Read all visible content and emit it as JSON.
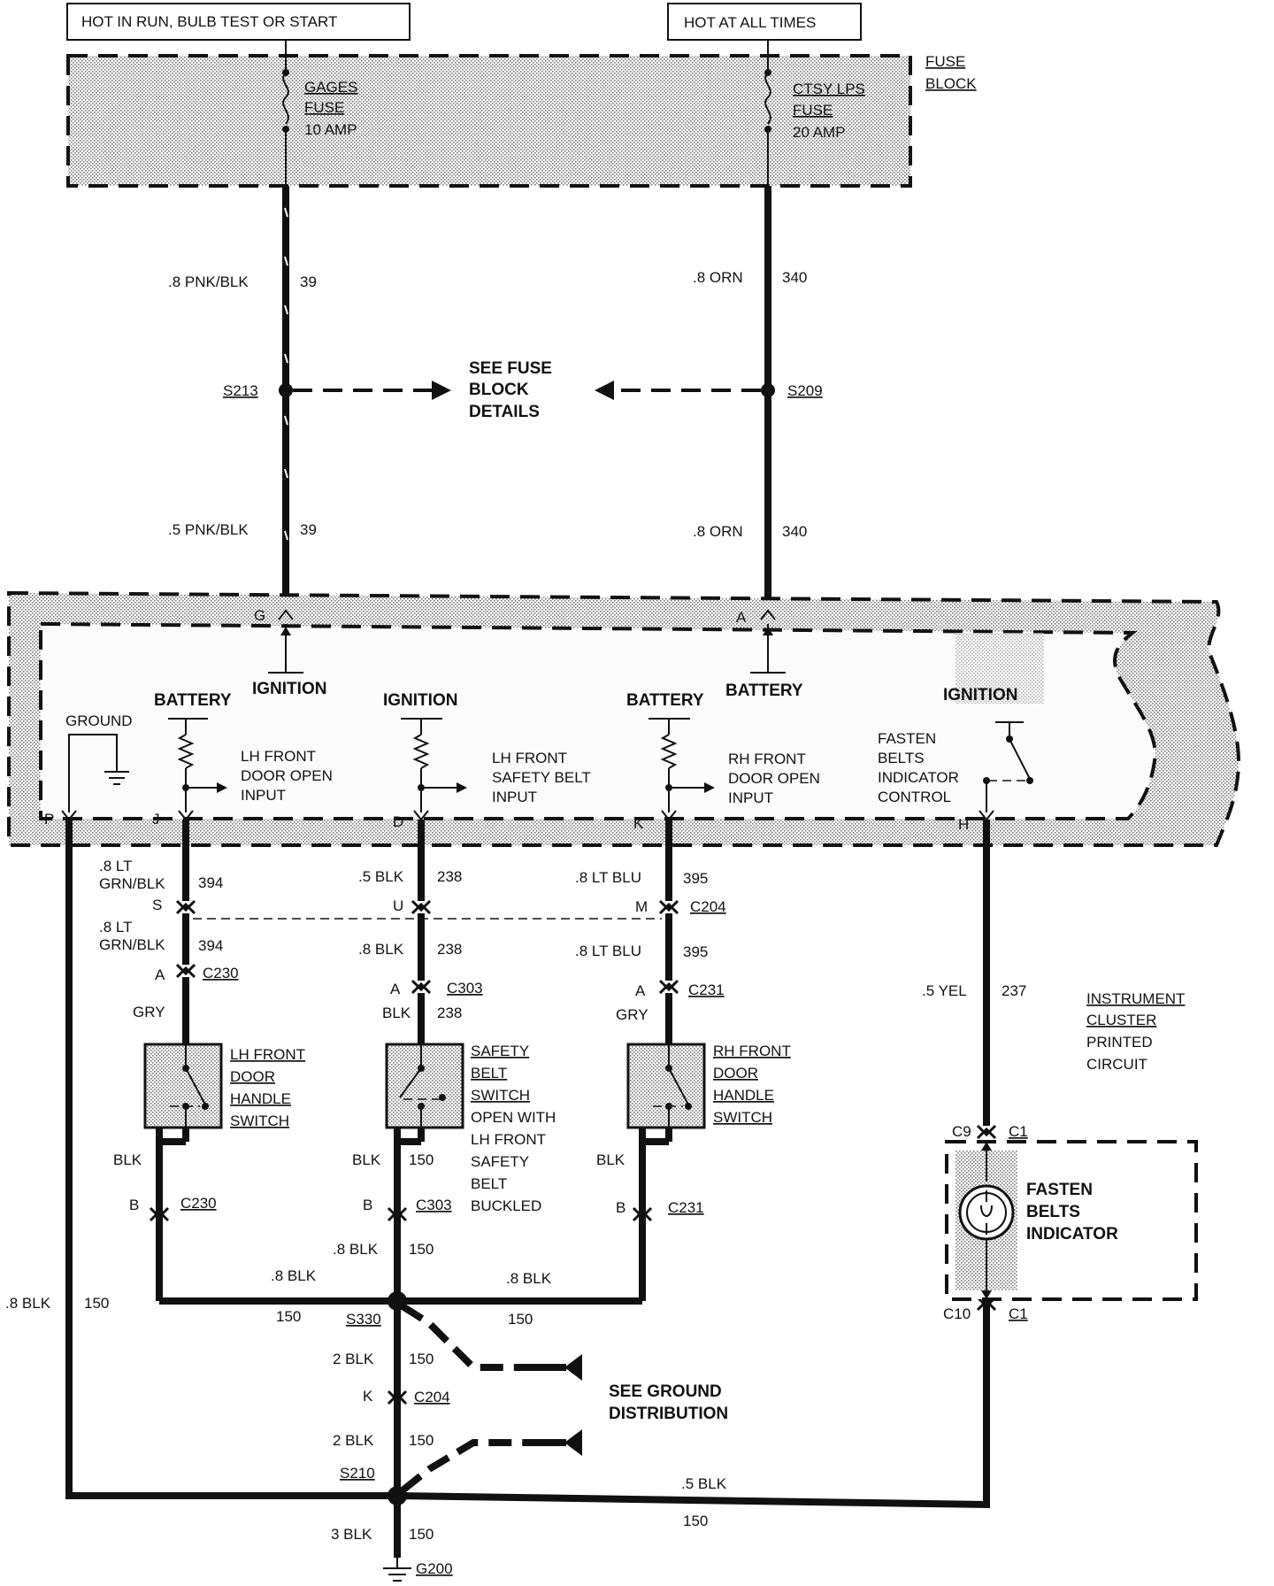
{
  "header": {
    "hot_run_label": "HOT IN RUN, BULB TEST OR START",
    "hot_all_label": "HOT AT ALL TIMES"
  },
  "fuse_block": {
    "label_line1": "FUSE",
    "label_line2": "BLOCK",
    "gages_fuse": [
      "GAGES",
      "FUSE",
      "10 AMP"
    ],
    "ctsy_fuse": [
      "CTSY LPS",
      "FUSE",
      "20 AMP"
    ]
  },
  "wires": {
    "pnk_upper": ".8 PNK/BLK",
    "pnk_upper_num": "39",
    "pnk_lower": ".5 PNK/BLK",
    "pnk_lower_num": "39",
    "orn_upper": ".8 ORN",
    "orn_upper_num": "340",
    "orn_lower": ".8 ORN",
    "orn_lower_num": "340",
    "lt_grn_1a": ".8 LT",
    "lt_grn_1b": "GRN/BLK",
    "lt_grn_1_num": "394",
    "lt_grn_2a": ".8 LT",
    "lt_grn_2b": "GRN/BLK",
    "lt_grn_2_num": "394",
    "blk_238_1": ".5 BLK",
    "blk_238_1_num": "238",
    "blk_238_2": ".8 BLK",
    "blk_238_2_num": "238",
    "blk_238_3": "BLK",
    "blk_238_3_num": "238",
    "blu_395_1": ".8 LT BLU",
    "blu_395_1_num": "395",
    "blu_395_2": ".8 LT BLU",
    "blu_395_2_num": "395",
    "gry_left": "GRY",
    "gry_right": "GRY",
    "yel": ".5 YEL",
    "yel_num": "237",
    "blk_left_sw": "BLK",
    "blk_mid_sw": "BLK",
    "blk_mid_sw_num": "150",
    "blk_right_sw": "BLK",
    "blk_8_150a": ".8 BLK",
    "blk_8_150a_num": "150",
    "blk_8_left": ".8 BLK",
    "blk_8_left_num": "150",
    "blk_8_right": ".8 BLK",
    "blk_8_right_num": "150",
    "blk_outer_left": ".8 BLK",
    "blk_outer_left_num": "150",
    "blk_2_upper": "2 BLK",
    "blk_2_upper_num": "150",
    "blk_2_lower": "2 BLK",
    "blk_2_lower_num": "150",
    "blk_05_right": ".5 BLK",
    "blk_05_right_num": "150",
    "blk_3": "3 BLK",
    "blk_3_num": "150"
  },
  "splices": {
    "s213": "S213",
    "s209": "S209",
    "s330": "S330",
    "s210": "S210"
  },
  "see_fuse": [
    "SEE FUSE",
    "BLOCK",
    "DETAILS"
  ],
  "see_ground": [
    "SEE GROUND",
    "DISTRIBUTION"
  ],
  "module": {
    "pin_g": "G",
    "pin_a": "A",
    "pin_p": "P",
    "pin_j": "J",
    "pin_d": "D",
    "pin_k": "K",
    "pin_h": "H",
    "ignition1": "IGNITION",
    "battery1": "BATTERY",
    "ignition2": "IGNITION",
    "battery2": "BATTERY",
    "battery3": "BATTERY",
    "ignition3": "IGNITION",
    "ground": "GROUND",
    "lh_door_input": [
      "LH FRONT",
      "DOOR OPEN",
      "INPUT"
    ],
    "lh_belt_input": [
      "LH FRONT",
      "SAFETY BELT",
      "INPUT"
    ],
    "rh_door_input": [
      "RH FRONT",
      "DOOR OPEN",
      "INPUT"
    ],
    "fasten_control": [
      "FASTEN",
      "BELTS",
      "INDICATOR",
      "CONTROL"
    ]
  },
  "connectors": {
    "s": "S",
    "u": "U",
    "m": "M",
    "c204": "C204",
    "a1": "A",
    "c230_top": "C230",
    "a2": "A",
    "c303_top": "C303",
    "a3": "A",
    "c231_top": "C231",
    "b1": "B",
    "c230_bot": "C230",
    "b2": "B",
    "c303_bot": "C303",
    "b3": "B",
    "c231_bot": "C231",
    "k": "K",
    "c204_lower": "C204",
    "c9": "C9",
    "c1_top": "C1",
    "c10": "C10",
    "c1_bot": "C1",
    "g200": "G200"
  },
  "switches": {
    "lh_door": [
      "LH FRONT",
      "DOOR",
      "HANDLE",
      "SWITCH"
    ],
    "belt": [
      "SAFETY",
      "BELT",
      "SWITCH"
    ],
    "belt_note": [
      "OPEN WITH",
      "LH FRONT",
      "SAFETY",
      "BELT",
      "BUCKLED"
    ],
    "rh_door": [
      "RH FRONT",
      "DOOR",
      "HANDLE",
      "SWITCH"
    ]
  },
  "cluster": {
    "label": [
      "INSTRUMENT",
      "CLUSTER",
      "PRINTED",
      "CIRCUIT"
    ]
  },
  "indicator": {
    "label": [
      "FASTEN",
      "BELTS",
      "INDICATOR"
    ]
  }
}
